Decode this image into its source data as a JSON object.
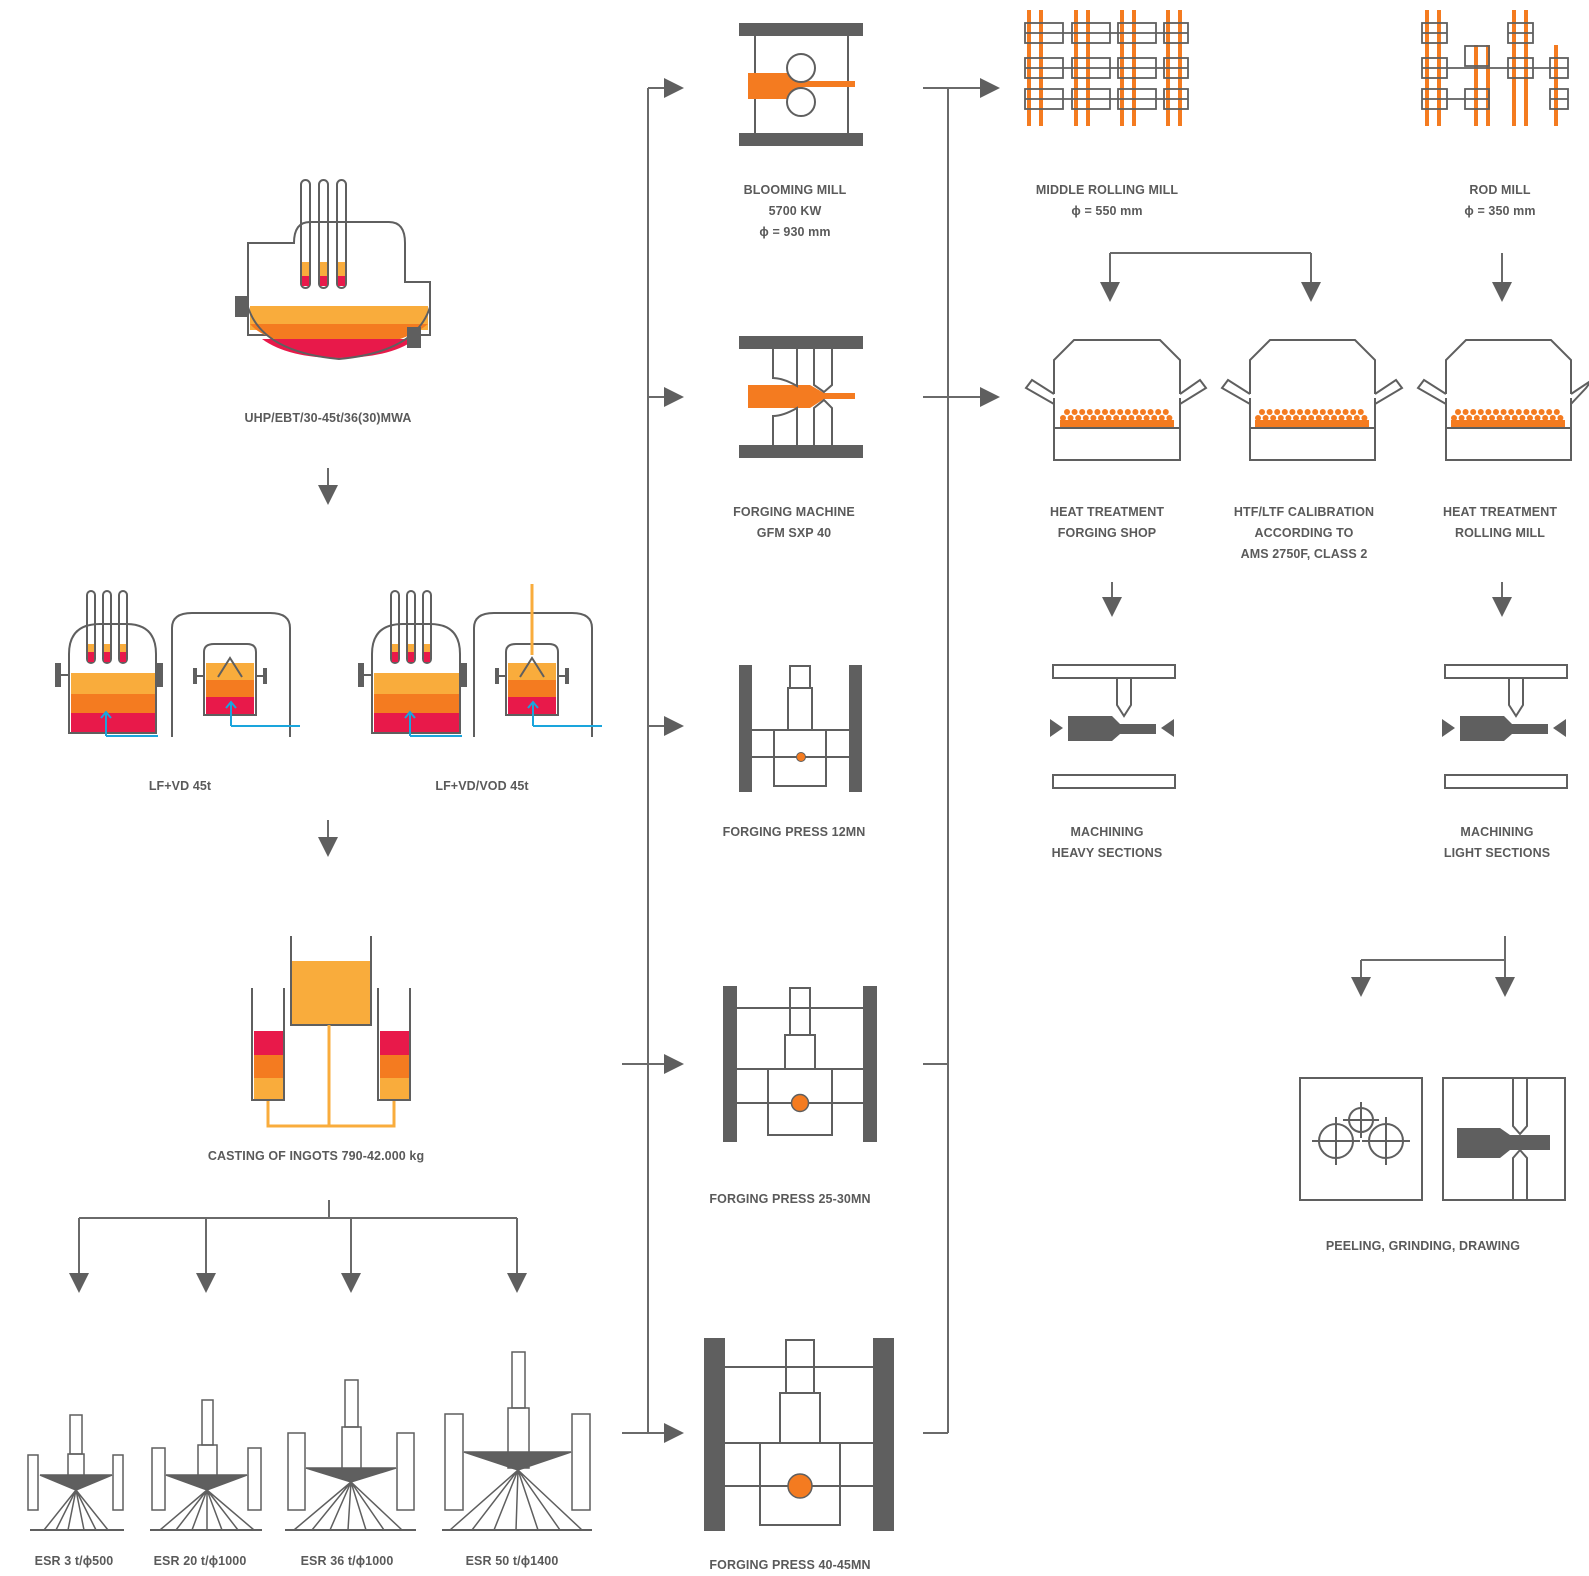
{
  "colors": {
    "gray": "#5f5f5f",
    "line": "#6a6a6a",
    "orange": "#f47b20",
    "light_orange": "#f9ac3c",
    "red": "#e8194a",
    "blue": "#1aa5dc",
    "text": "#5a5a5a"
  },
  "labels": {
    "eaf": "UHP/EBT/30-45t/36(30)MWA",
    "lfvd": "LF+VD 45t",
    "lfvod": "LF+VD/VOD 45t",
    "casting": "CASTING OF INGOTS 790-42.000 kg",
    "esr3": "ESR 3 t/ϕ500",
    "esr20": "ESR 20 t/ϕ1000",
    "esr36": "ESR 36 t/ϕ1000",
    "esr50": "ESR 50 t/ϕ1400",
    "blooming": [
      "BLOOMING MILL",
      "5700 KW",
      "ϕ = 930 mm"
    ],
    "forging_machine": [
      "FORGING MACHINE",
      "GFM SXP 40"
    ],
    "press12": "FORGING PRESS 12MN",
    "press25": "FORGING PRESS 25-30MN",
    "press40": "FORGING PRESS 40-45MN",
    "middle_mill": [
      "MIDDLE ROLLING MILL",
      "ϕ = 550 mm"
    ],
    "rod_mill": [
      "ROD MILL",
      "ϕ = 350 mm"
    ],
    "ht_forging": [
      "HEAT TREATMENT",
      "FORGING SHOP"
    ],
    "calibration": [
      "HTF/LTF CALIBRATION",
      "ACCORDING TO",
      "AMS 2750F, CLASS 2"
    ],
    "ht_rolling": [
      "HEAT TREATMENT",
      "ROLLING MILL"
    ],
    "mach_heavy": [
      "MACHINING",
      "HEAVY SECTIONS"
    ],
    "mach_light": [
      "MACHINING",
      "LIGHT SECTIONS"
    ],
    "peeling": "PEELING, GRINDING, DRAWING"
  }
}
